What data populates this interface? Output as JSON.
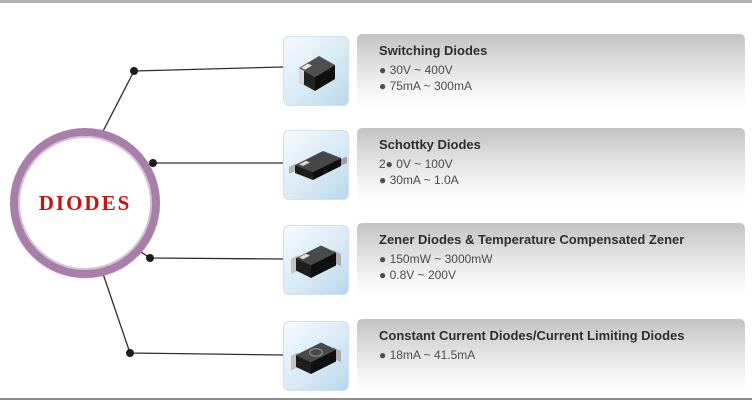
{
  "root": {
    "label": "DIODES"
  },
  "rows": [
    {
      "title": "Switching Diodes",
      "lines": [
        "● 30V ~ 400V",
        "● 75mA ~ 300mA"
      ],
      "icon": "switching-diode-package"
    },
    {
      "title": "Schottky Diodes",
      "lines": [
        "2● 0V ~ 100V",
        "● 30mA ~ 1.0A"
      ],
      "icon": "schottky-diode-package"
    },
    {
      "title": "Zener Diodes & Temperature Compensated Zener",
      "lines": [
        "● 150mW ~ 3000mW",
        "● 0.8V ~ 200V"
      ],
      "icon": "zener-diode-package"
    },
    {
      "title": "Constant Current Diodes/Current Limiting Diodes",
      "lines": [
        "● 18mA ~ 41.5mA"
      ],
      "icon": "constant-current-diode-package"
    }
  ],
  "colors": {
    "ring": "#a77fa9",
    "root_label": "#cc1111",
    "banner_top": "#c2c2c2",
    "banner_bottom": "#fefefe",
    "tile_blue": "#b9d8ea",
    "connector": "#2e2e2e"
  }
}
